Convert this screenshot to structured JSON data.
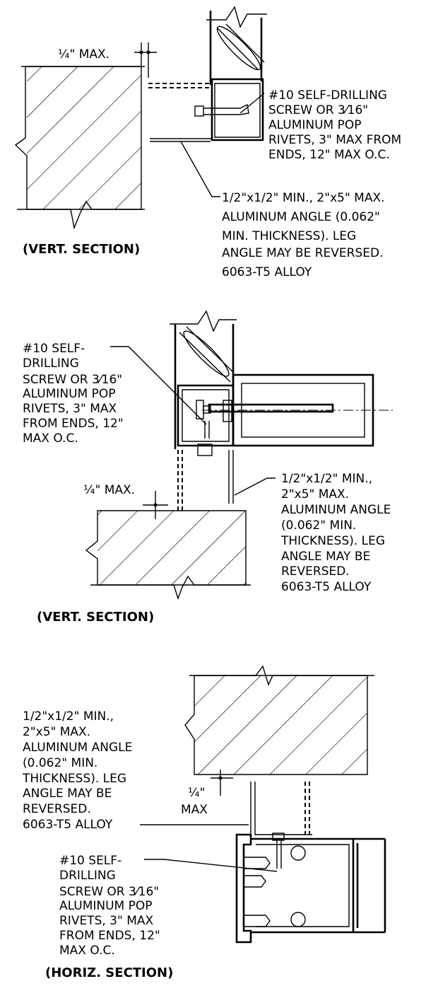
{
  "details": [
    {
      "title": "(VERT. SECTION)",
      "gap_label": [
        "¼\" MAX."
      ],
      "screw_note": [
        "#10 SELF-DRILLING",
        "SCREW OR 3⁄16\"",
        "ALUMINUM POP",
        "RIVETS, 3\" MAX FROM",
        "ENDS, 12\" MAX O.C."
      ],
      "angle_note": [
        "1/2\"x1/2\" MIN., 2\"x5\" MAX.",
        "ALUMINUM ANGLE (0.062\"",
        "MIN. THICKNESS). LEG",
        "ANGLE MAY BE REVERSED.",
        "6063-T5 ALLOY"
      ]
    },
    {
      "title": "(VERT. SECTION)",
      "gap_label": [
        "¼\" MAX."
      ],
      "screw_note": [
        "#10 SELF-",
        "DRILLING",
        "SCREW OR 3⁄16\"",
        "ALUMINUM POP",
        "RIVETS, 3\" MAX",
        "FROM ENDS, 12\"",
        "MAX O.C."
      ],
      "angle_note": [
        "1/2\"x1/2\" MIN.,",
        "2\"x5\" MAX.",
        "ALUMINUM ANGLE",
        "(0.062\" MIN.",
        "THICKNESS). LEG",
        "ANGLE MAY BE",
        "REVERSED.",
        "6063-T5 ALLOY"
      ]
    },
    {
      "title": "(HORIZ. SECTION)",
      "gap_label": [
        "¼\"",
        "MAX"
      ],
      "angle_note": [
        "1/2\"x1/2\" MIN.,",
        "2\"x5\" MAX.",
        "ALUMINUM ANGLE",
        "(0.062\" MIN.",
        "THICKNESS). LEG",
        "ANGLE MAY BE",
        "REVERSED.",
        "6063-T5 ALLOY"
      ],
      "screw_note": [
        "#10 SELF-",
        "DRILLING",
        "SCREW OR 3⁄16\"",
        "ALUMINUM POP",
        "RIVETS, 3\" MAX",
        "FROM ENDS, 12\"",
        "MAX O.C."
      ]
    }
  ]
}
